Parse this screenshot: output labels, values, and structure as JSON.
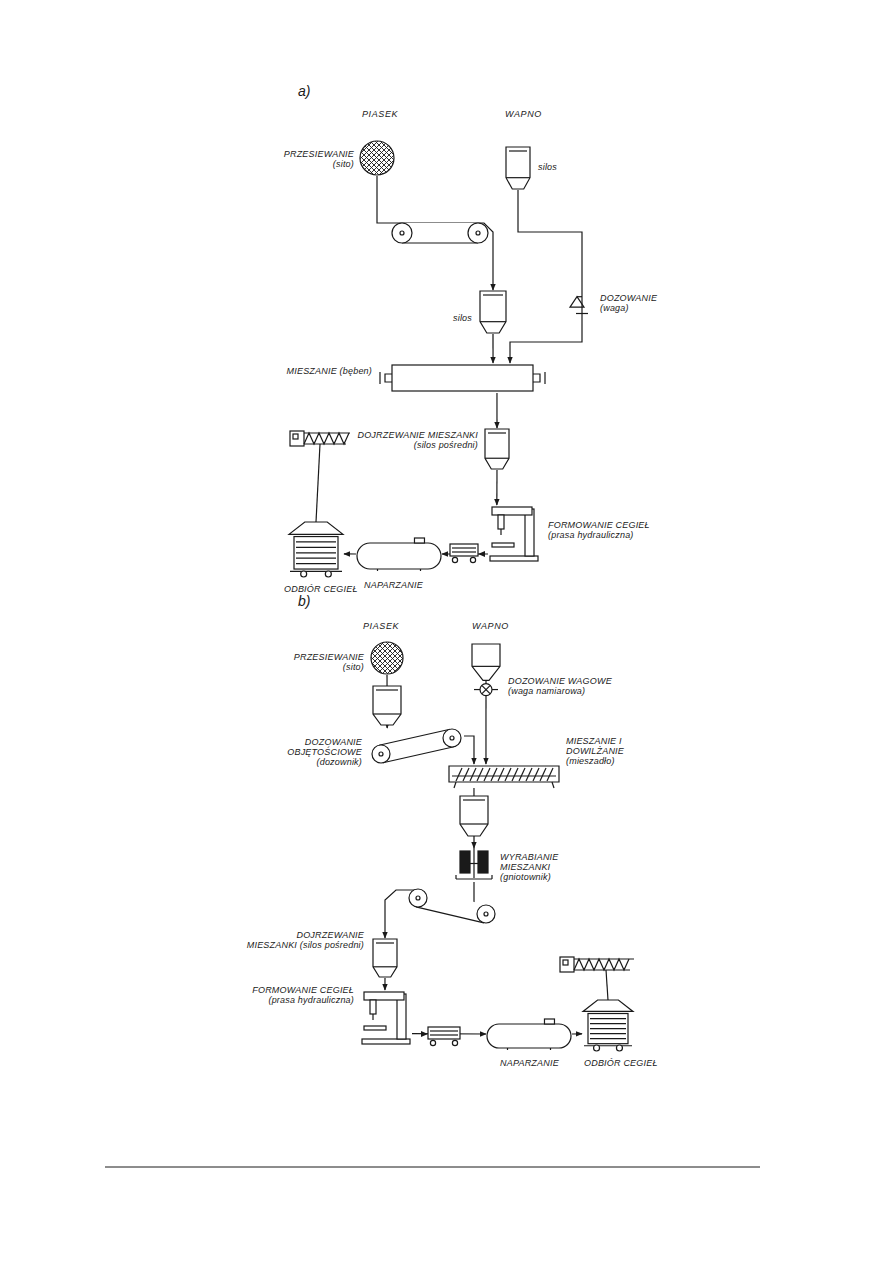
{
  "diagram": {
    "nodes": [
      {
        "text": [
          "PRZESIEWANIE (sito)"
        ]
      },
      {
        "text": [
          "silos"
        ]
      },
      {
        "text": [
          "DOZOWANIE (waga)"
        ]
      },
      {
        "text": [
          "silos"
        ]
      },
      {
        "text": [
          "MIESZANIE (bęben)"
        ]
      },
      {
        "text": [
          "DOJRZEWANIE MIESZANKI (silos pośredni)"
        ]
      },
      {
        "text": [
          "FORMOWANIE CEGIEŁ (prasa hydrauliczna)"
        ]
      },
      {
        "text": [
          "NAPARZANIE"
        ]
      },
      {
        "text": [
          "ODBIÓR CEGIEŁ"
        ]
      },
      {
        "text": [
          "PRZESIEWANIE (sito)"
        ]
      },
      {
        "text": [
          "DOZOWANIE WAGOWE (waga namiarowa)"
        ]
      },
      {
        "text": [
          "DOZOWANIE OBJĘTOŚCIOWE (dozownik)"
        ]
      },
      {
        "text": [
          "MIESZANIE I DOWILŻANIE (mieszadło)"
        ]
      },
      {
        "text": [
          "WYRABIANIE MIESZANKI (gniotownik)"
        ]
      },
      {
        "text": [
          "DOJRZEWANIE MIESZANKI (silos pośredni)"
        ]
      },
      {
        "text": [
          "FORMOWANIE CEGIEŁ (prasa hydrauliczna)"
        ]
      },
      {
        "text": [
          "NAPARZANIE"
        ]
      },
      {
        "text": [
          "ODBIÓR CEGIEŁ"
        ]
      }
    ],
    "edges": [
      {
        "from": 0,
        "to": 3,
        "arrow": "to"
      },
      {
        "from": 1,
        "to": 2,
        "arrow": "none"
      },
      {
        "from": 2,
        "to": 4,
        "arrow": "to"
      },
      {
        "from": 3,
        "to": 4,
        "arrow": "to"
      },
      {
        "from": 4,
        "to": 5,
        "arrow": "to"
      },
      {
        "from": 5,
        "to": 6,
        "arrow": "to"
      },
      {
        "from": 6,
        "to": 7,
        "arrow": "to"
      },
      {
        "from": 7,
        "to": 8,
        "arrow": "to"
      },
      {
        "from": 9,
        "to": 11,
        "arrow": "to"
      },
      {
        "from": 11,
        "to": 12,
        "arrow": "to"
      },
      {
        "from": 10,
        "to": 12,
        "arrow": "to"
      },
      {
        "from": 12,
        "to": 13,
        "arrow": "to"
      },
      {
        "from": 13,
        "to": 14,
        "arrow": "to"
      },
      {
        "from": 14,
        "to": 15,
        "arrow": "to"
      },
      {
        "from": 15,
        "to": 16,
        "arrow": "to"
      },
      {
        "from": 16,
        "to": 17,
        "arrow": "to"
      }
    ],
    "labels": [
      "a)",
      "PIASEK",
      "WAPNO",
      "b)",
      "PIASEK",
      "WAPNO"
    ]
  }
}
